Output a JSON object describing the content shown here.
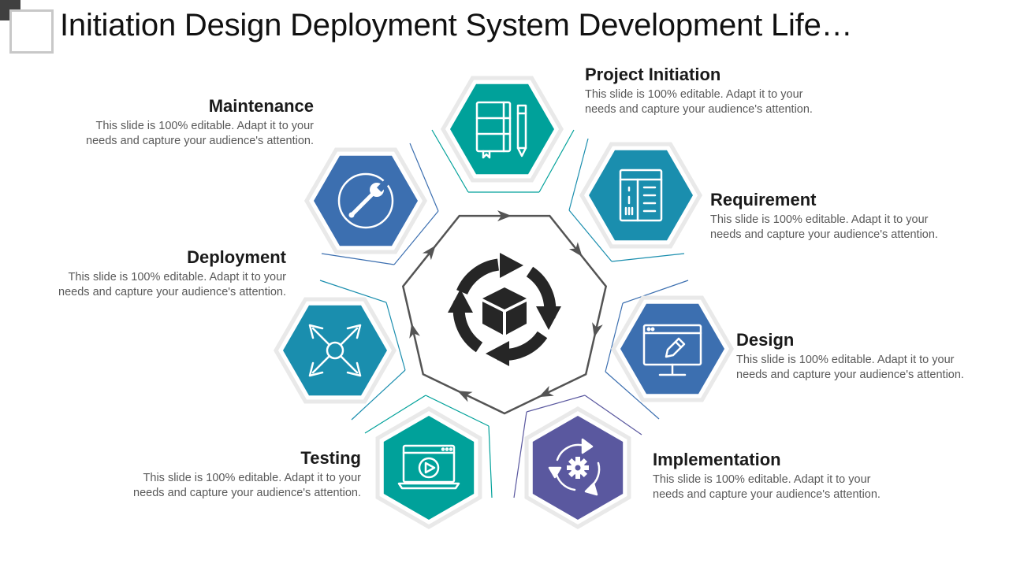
{
  "title": "Initiation Design Deployment System Development Life…",
  "colors": {
    "teal_dark": "#00a19a",
    "teal_blue": "#1a8eae",
    "steel_blue": "#3c6fb0",
    "purple": "#5a589f",
    "connector_gray": "#545454",
    "center_icon": "#262626"
  },
  "center": {
    "icon": "cube-cycle-icon"
  },
  "stages": [
    {
      "id": "project-initiation",
      "title": "Project Initiation",
      "description": "This slide is 100% editable. Adapt it to your needs and capture your audience's attention.",
      "icon": "notebook-pencil-icon",
      "color": "teal_dark"
    },
    {
      "id": "requirement",
      "title": "Requirement",
      "description": "This slide is 100% editable. Adapt it to your needs and capture your audience's attention.",
      "icon": "document-list-icon",
      "color": "teal_blue"
    },
    {
      "id": "design",
      "title": "Design",
      "description": "This slide is 100% editable. Adapt it to your needs and capture your audience's attention.",
      "icon": "monitor-pencil-icon",
      "color": "steel_blue"
    },
    {
      "id": "implementation",
      "title": "Implementation",
      "description": "This slide is 100% editable. Adapt it to your needs and capture your audience's attention.",
      "icon": "gear-cycle-icon",
      "color": "purple"
    },
    {
      "id": "testing",
      "title": "Testing",
      "description": "This slide is 100% editable. Adapt it to your needs and capture your audience's attention.",
      "icon": "laptop-play-icon",
      "color": "teal_dark"
    },
    {
      "id": "deployment",
      "title": "Deployment",
      "description": "This slide is 100% editable. Adapt it to your needs and capture your audience's attention.",
      "icon": "expand-arrows-icon",
      "color": "teal_blue"
    },
    {
      "id": "maintenance",
      "title": "Maintenance",
      "description": "This slide is 100% editable. Adapt it to your needs and capture your audience's attention.",
      "icon": "wrench-icon",
      "color": "steel_blue"
    }
  ]
}
